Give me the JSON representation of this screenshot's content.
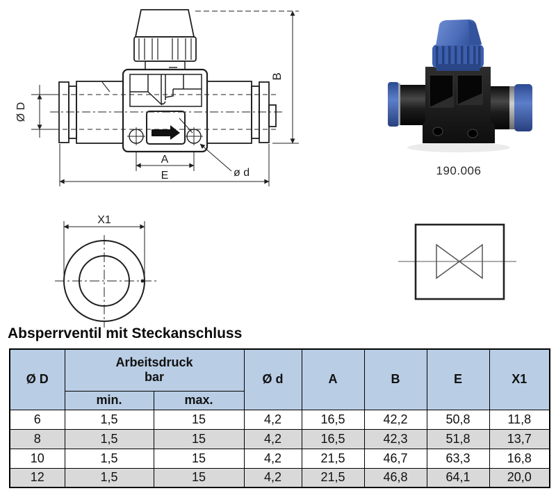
{
  "section_title": "Absperrventil mit Steckanschluss",
  "product": {
    "code": "190.006"
  },
  "drawing": {
    "labels": {
      "b": "B",
      "d_outer": "Ø D",
      "a": "A",
      "e": "E",
      "d_small": "ø d"
    }
  },
  "front_view": {
    "label_x1": "X1"
  },
  "colors": {
    "table_header_bg": "#b9cde5",
    "table_alt_row_bg": "#d9d9d9",
    "product_blue": "#3f63b0",
    "line_color": "#1f1f1f"
  },
  "table": {
    "col_d_outer": "Ø D",
    "pressure_line1": "Arbeitsdruck",
    "pressure_line2": "bar",
    "col_min": "min.",
    "col_max": "max.",
    "col_d_small": "Ø d",
    "col_a": "A",
    "col_b": "B",
    "col_e": "E",
    "col_x1": "X1",
    "rows": [
      [
        "6",
        "1,5",
        "15",
        "4,2",
        "16,5",
        "42,2",
        "50,8",
        "11,8"
      ],
      [
        "8",
        "1,5",
        "15",
        "4,2",
        "16,5",
        "42,3",
        "51,8",
        "13,7"
      ],
      [
        "10",
        "1,5",
        "15",
        "4,2",
        "21,5",
        "46,7",
        "63,3",
        "16,8"
      ],
      [
        "12",
        "1,5",
        "15",
        "4,2",
        "21,5",
        "46,8",
        "64,1",
        "20,0"
      ]
    ]
  }
}
